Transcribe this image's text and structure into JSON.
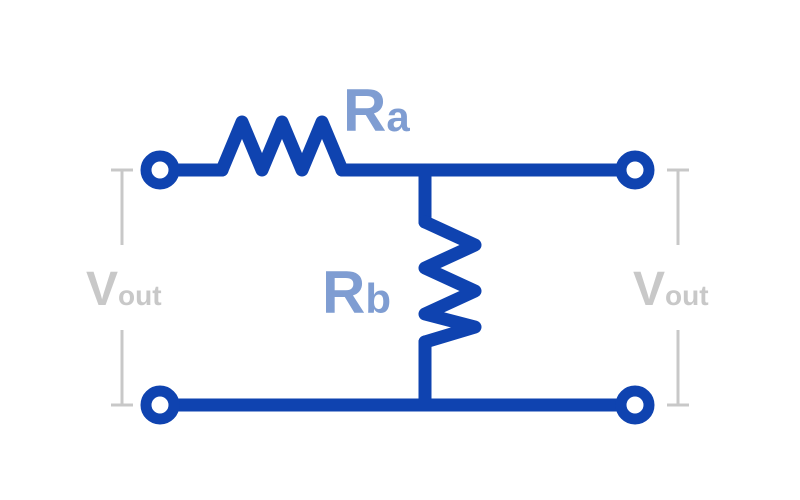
{
  "colors": {
    "wire": "#0f43b0",
    "terminal_fill": "#ffffff",
    "label": "#7f9dd2",
    "measure": "#c8c8c8"
  },
  "labels": {
    "ra": {
      "main": "R",
      "sub": "a"
    },
    "rb": {
      "main": "R",
      "sub": "b"
    },
    "left_voltage": {
      "main": "V",
      "sub": "out"
    },
    "right_voltage": {
      "main": "V",
      "sub": "out"
    }
  },
  "icons": {
    "terminal": "terminal-circle-icon",
    "resistor": "resistor-zigzag-icon"
  }
}
